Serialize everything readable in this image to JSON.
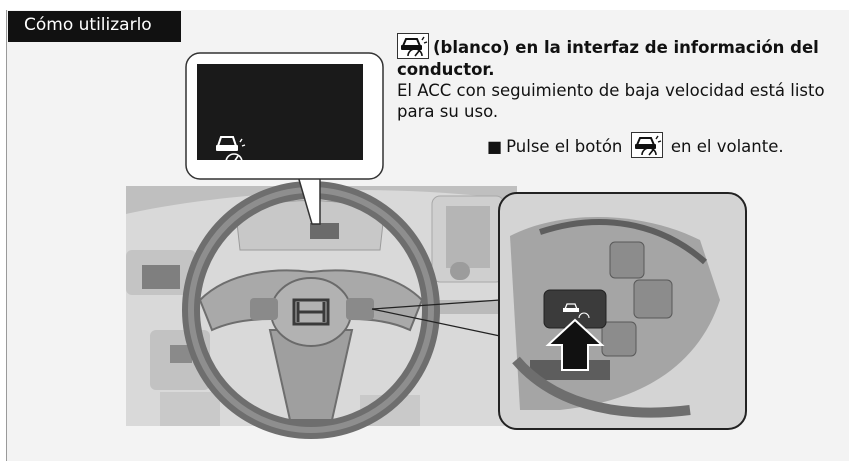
{
  "header": {
    "title": "Cómo utilizarlo"
  },
  "instruction": {
    "heading": "(blanco) en la interfaz de información del conductor.",
    "body": "El ACC con seguimiento de baja velocidad está listo para su uso.",
    "step_prefix": "Pulse el botón",
    "step_suffix": "en el volante.",
    "bullet": "■"
  },
  "icons": {
    "acc_indicator": "acc-low-speed-follow-icon",
    "steering_button": "acc-button-icon",
    "logo": "honda-logo"
  },
  "colors": {
    "header_bg": "#111111",
    "panel_bg": "#f3f3f3",
    "display_bg": "#1a1a1a"
  }
}
